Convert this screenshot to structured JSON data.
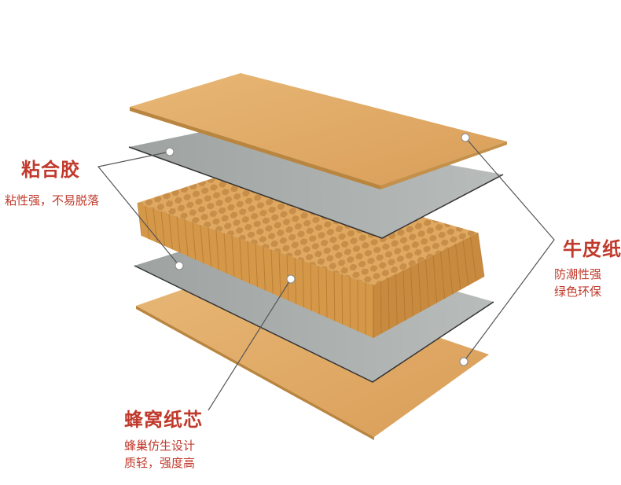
{
  "labels": {
    "glue": {
      "title": "粘合胶",
      "desc_lines": [
        "粘性强，不易脱落"
      ]
    },
    "kraft": {
      "title": "牛皮纸",
      "desc_lines": [
        "防潮性强",
        "绿色环保"
      ]
    },
    "core": {
      "title": "蜂窝纸芯",
      "desc_lines": [
        "蜂巢仿生设计",
        "质轻，强度高"
      ]
    }
  },
  "colors": {
    "label_red": "#c0392b",
    "kraft": "#e2ad68",
    "kraft_edge": "#b9853f",
    "glue_sheet": "#a6aaa9",
    "honeycomb": "#dca25c",
    "leader_line": "#555555"
  }
}
